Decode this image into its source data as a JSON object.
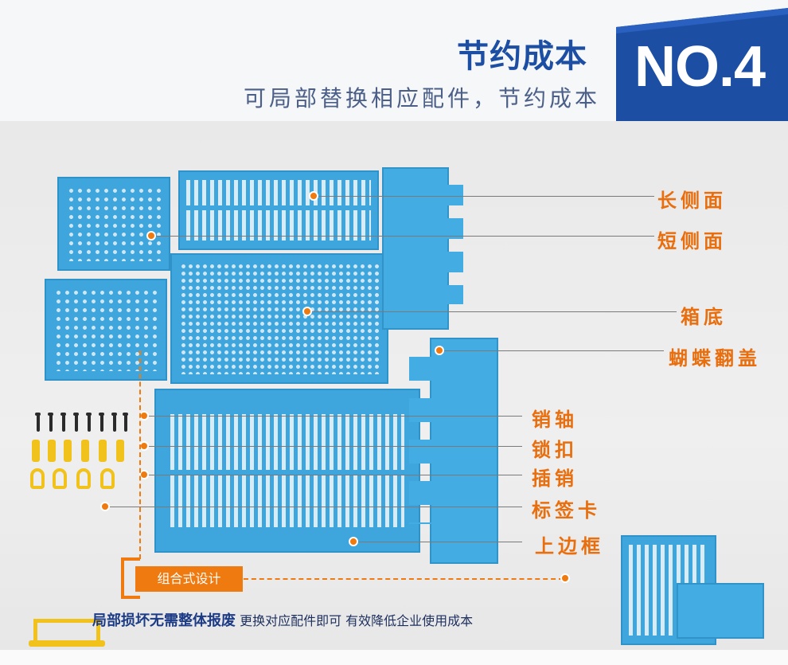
{
  "header": {
    "title": "节约成本",
    "subtitle": "可局部替换相应配件，节约成本",
    "badge": "NO.4"
  },
  "colors": {
    "brand_blue": "#1c4ea4",
    "accent_orange": "#e86e0e",
    "part_blue": "#3ea6dd"
  },
  "labels": {
    "long_side": "长侧面",
    "short_side": "短侧面",
    "bottom": "箱底",
    "butterfly_lid": "蝴蝶翻盖",
    "pin_shaft": "销轴",
    "lock_buckle": "锁扣",
    "insert_pin": "插销",
    "label_card": "标签卡",
    "top_frame": "上边框"
  },
  "combo": {
    "tag": "组合式设计"
  },
  "bottom": {
    "bold": "局部损坏无需整体报废",
    "normal": "更换对应配件即可 有效降低企业使用成本"
  }
}
